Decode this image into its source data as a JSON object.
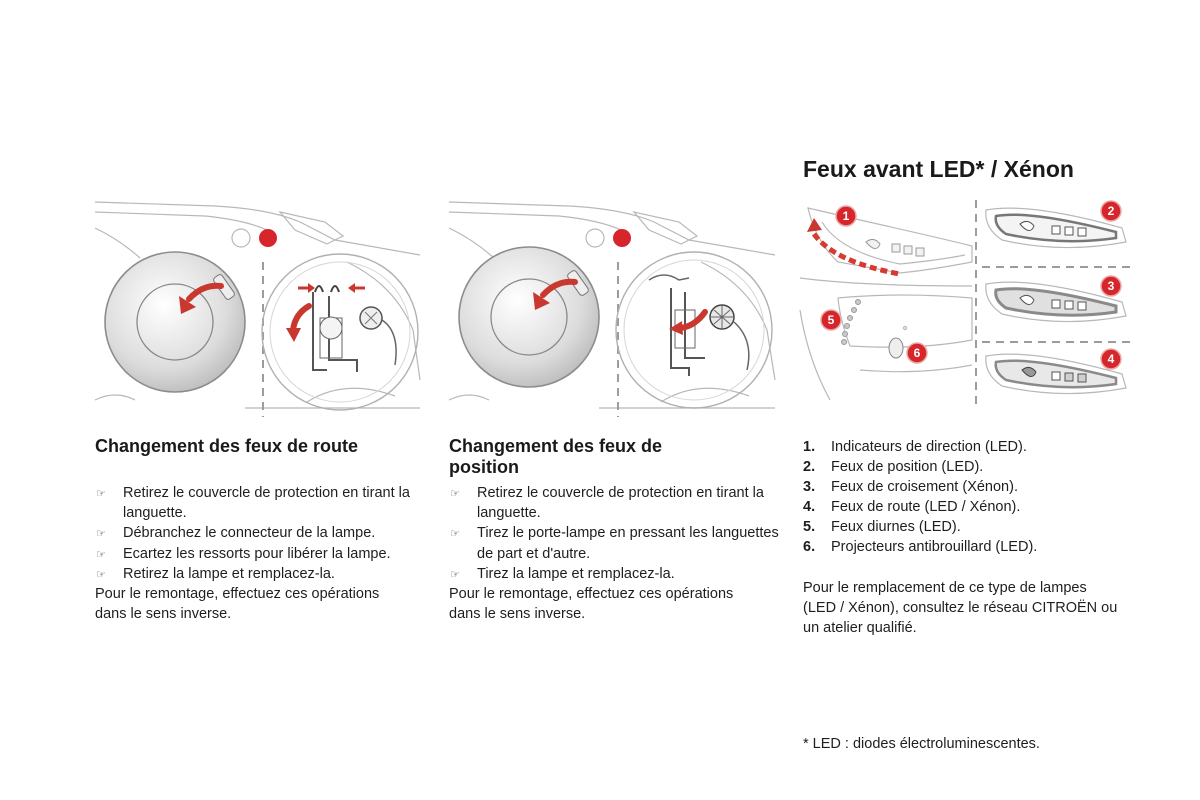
{
  "page": {
    "title": "Feux avant LED* / Xénon"
  },
  "sections": [
    {
      "heading": "Changement des feux de route",
      "steps": [
        "Retirez le couvercle de protection en tirant la languette.",
        "Débranchez le connecteur de la lampe.",
        "Ecartez les ressorts pour libérer la lampe.",
        "Retirez la lampe et remplacez-la."
      ],
      "note": "Pour le remontage, effectuez ces opérations dans le sens inverse."
    },
    {
      "heading": "Changement des feux de position",
      "steps": [
        "Retirez le couvercle de protection en tirant la languette.",
        "Tirez le porte-lampe en pressant les languettes de part et d'autre.",
        "Tirez la lampe et remplacez-la."
      ],
      "note": "Pour le remontage, effectuez ces opérations dans le sens inverse."
    }
  ],
  "led_xenon": {
    "items": [
      {
        "number": "1.",
        "label": "Indicateurs de direction (LED)."
      },
      {
        "number": "2.",
        "label": "Feux de position (LED)."
      },
      {
        "number": "3.",
        "label": "Feux de croisement (Xénon)."
      },
      {
        "number": "4.",
        "label": "Feux de route (LED / Xénon)."
      },
      {
        "number": "5.",
        "label": "Feux diurnes (LED)."
      },
      {
        "number": "6.",
        "label": "Projecteurs antibrouillard (LED)."
      }
    ],
    "note": "Pour le remplacement de ce type de lampes (LED / Xénon), consultez le réseau CITROËN ou un atelier qualifié.",
    "footnote": "* LED : diodes électroluminescentes."
  },
  "figures": {
    "markers": [
      "1",
      "2",
      "3",
      "4",
      "5",
      "6"
    ]
  },
  "icons": {
    "step_bullet": "pointing-hand-icon",
    "rotate_arrow": "curved-arrow-icon",
    "push_arrows": "arrow-icon"
  },
  "colors": {
    "accent": "#d7262b",
    "arrow": "#c9382f",
    "text": "#1e1e1e",
    "line": "#b8b8b8"
  }
}
